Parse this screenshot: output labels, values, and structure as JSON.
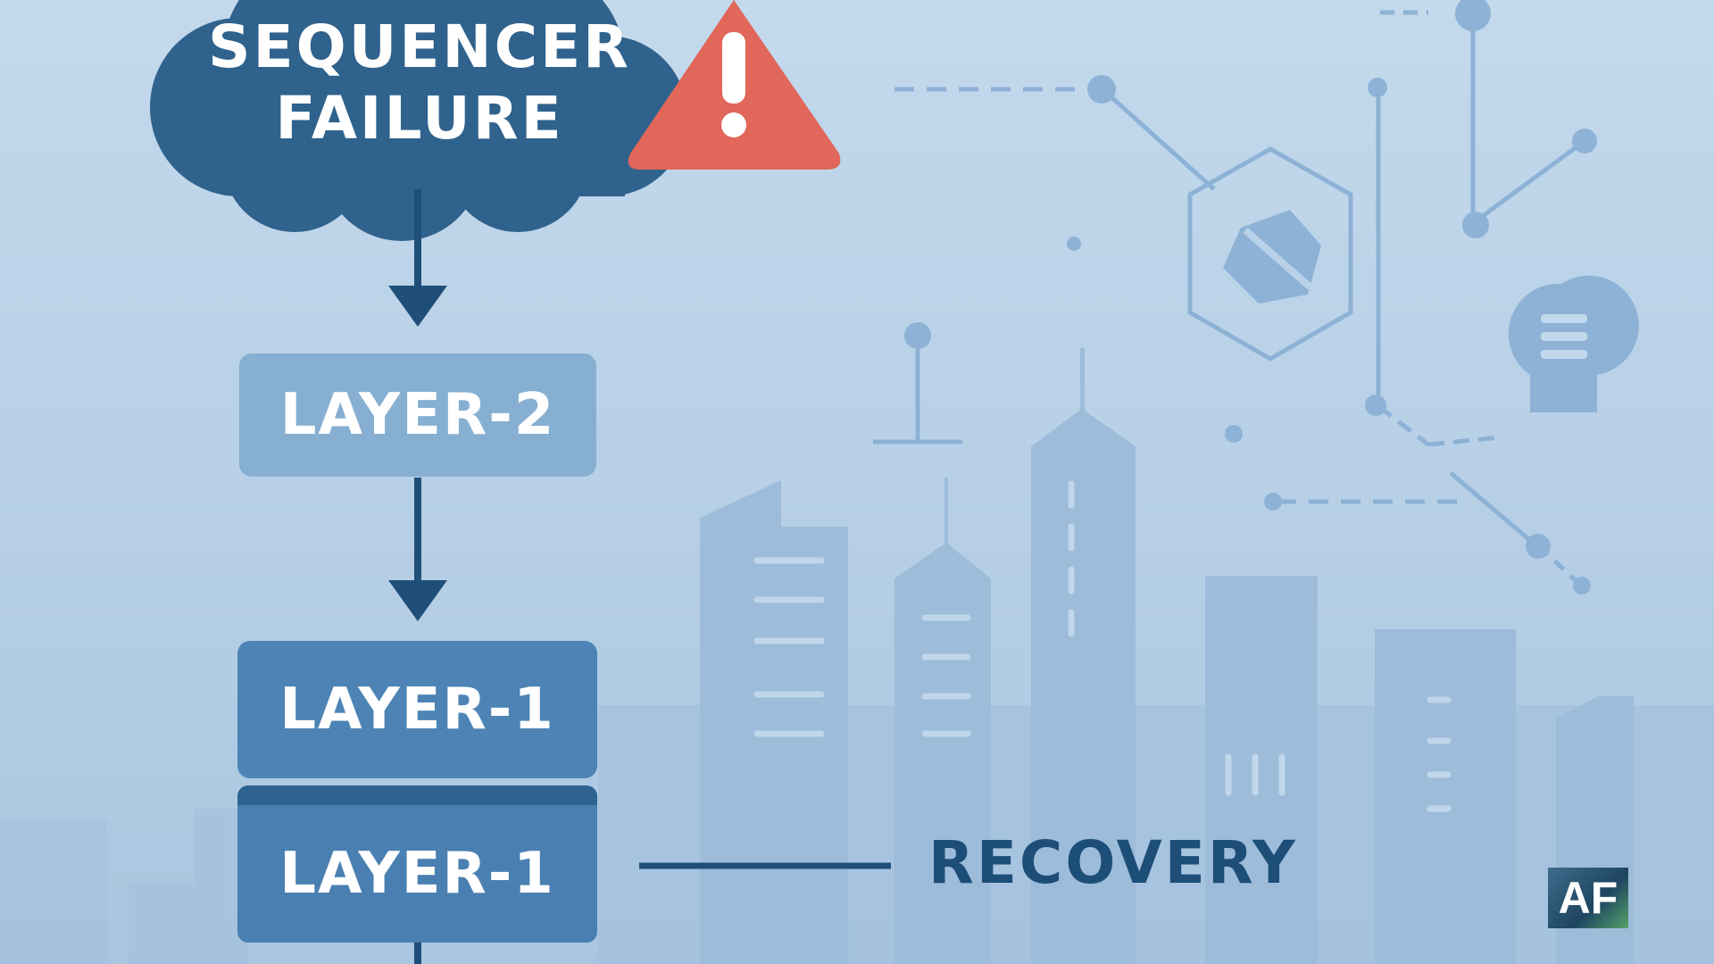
{
  "cloud": {
    "line1": "SEQUENCER",
    "line2": "FAILURE"
  },
  "warning_icon": "warning-triangle-icon",
  "boxes": {
    "layer2": "LAYER-2",
    "layer1_top": "LAYER-1",
    "layer1_bottom": "LAYER-1"
  },
  "recovery_label": "RECOVERY",
  "logo": "AF",
  "colors": {
    "background": "#bcd4ea",
    "cloud": "#2f628c",
    "warning": "#e0675a",
    "layer2": "#86afd2",
    "layer1": "#4d84b5",
    "arrow": "#1f4f78",
    "skyline": "#9cbcda",
    "network": "#8fb3d6"
  },
  "icons": [
    "shield-icon",
    "chat-bubble-icon"
  ]
}
